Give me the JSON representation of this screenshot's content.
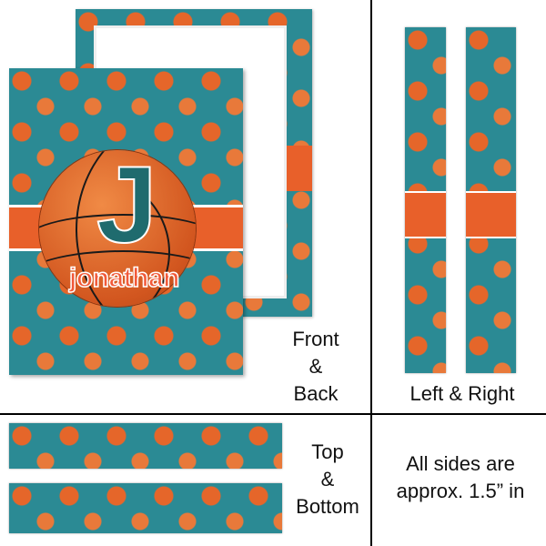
{
  "product": {
    "name_text": "jonathan",
    "monogram": "J",
    "colors": {
      "background": "#fbf3c7",
      "orange": "#e8602a",
      "teal": "#1f6b6e"
    }
  },
  "labels": {
    "front_back": [
      "Front",
      "&",
      "Back"
    ],
    "left_right": "Left & Right",
    "top_bottom": [
      "Top",
      "&",
      "Bottom"
    ],
    "sides_note": [
      "All sides are",
      "approx. 1.5” in"
    ]
  }
}
